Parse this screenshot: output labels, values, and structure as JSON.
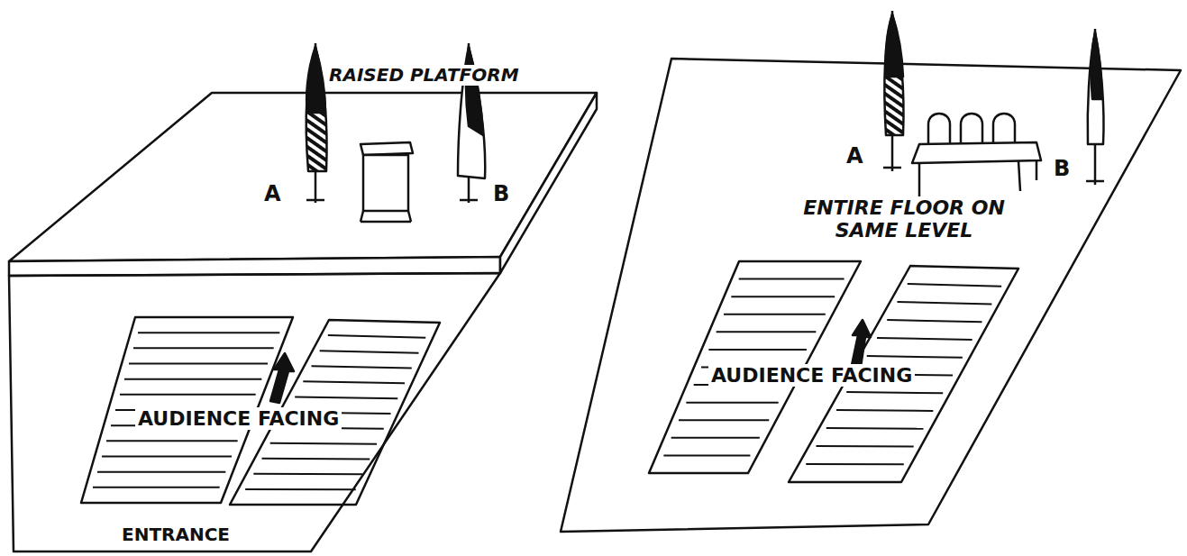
{
  "diagram": {
    "labels": [
      "RAISED PLATFORM",
      "A",
      "B",
      "AUDIENCE FACING",
      "ENTRANCE",
      "A",
      "B",
      "ENTIRE FLOOR ON SAME LEVEL",
      "AUDIENCE FACING"
    ]
  }
}
